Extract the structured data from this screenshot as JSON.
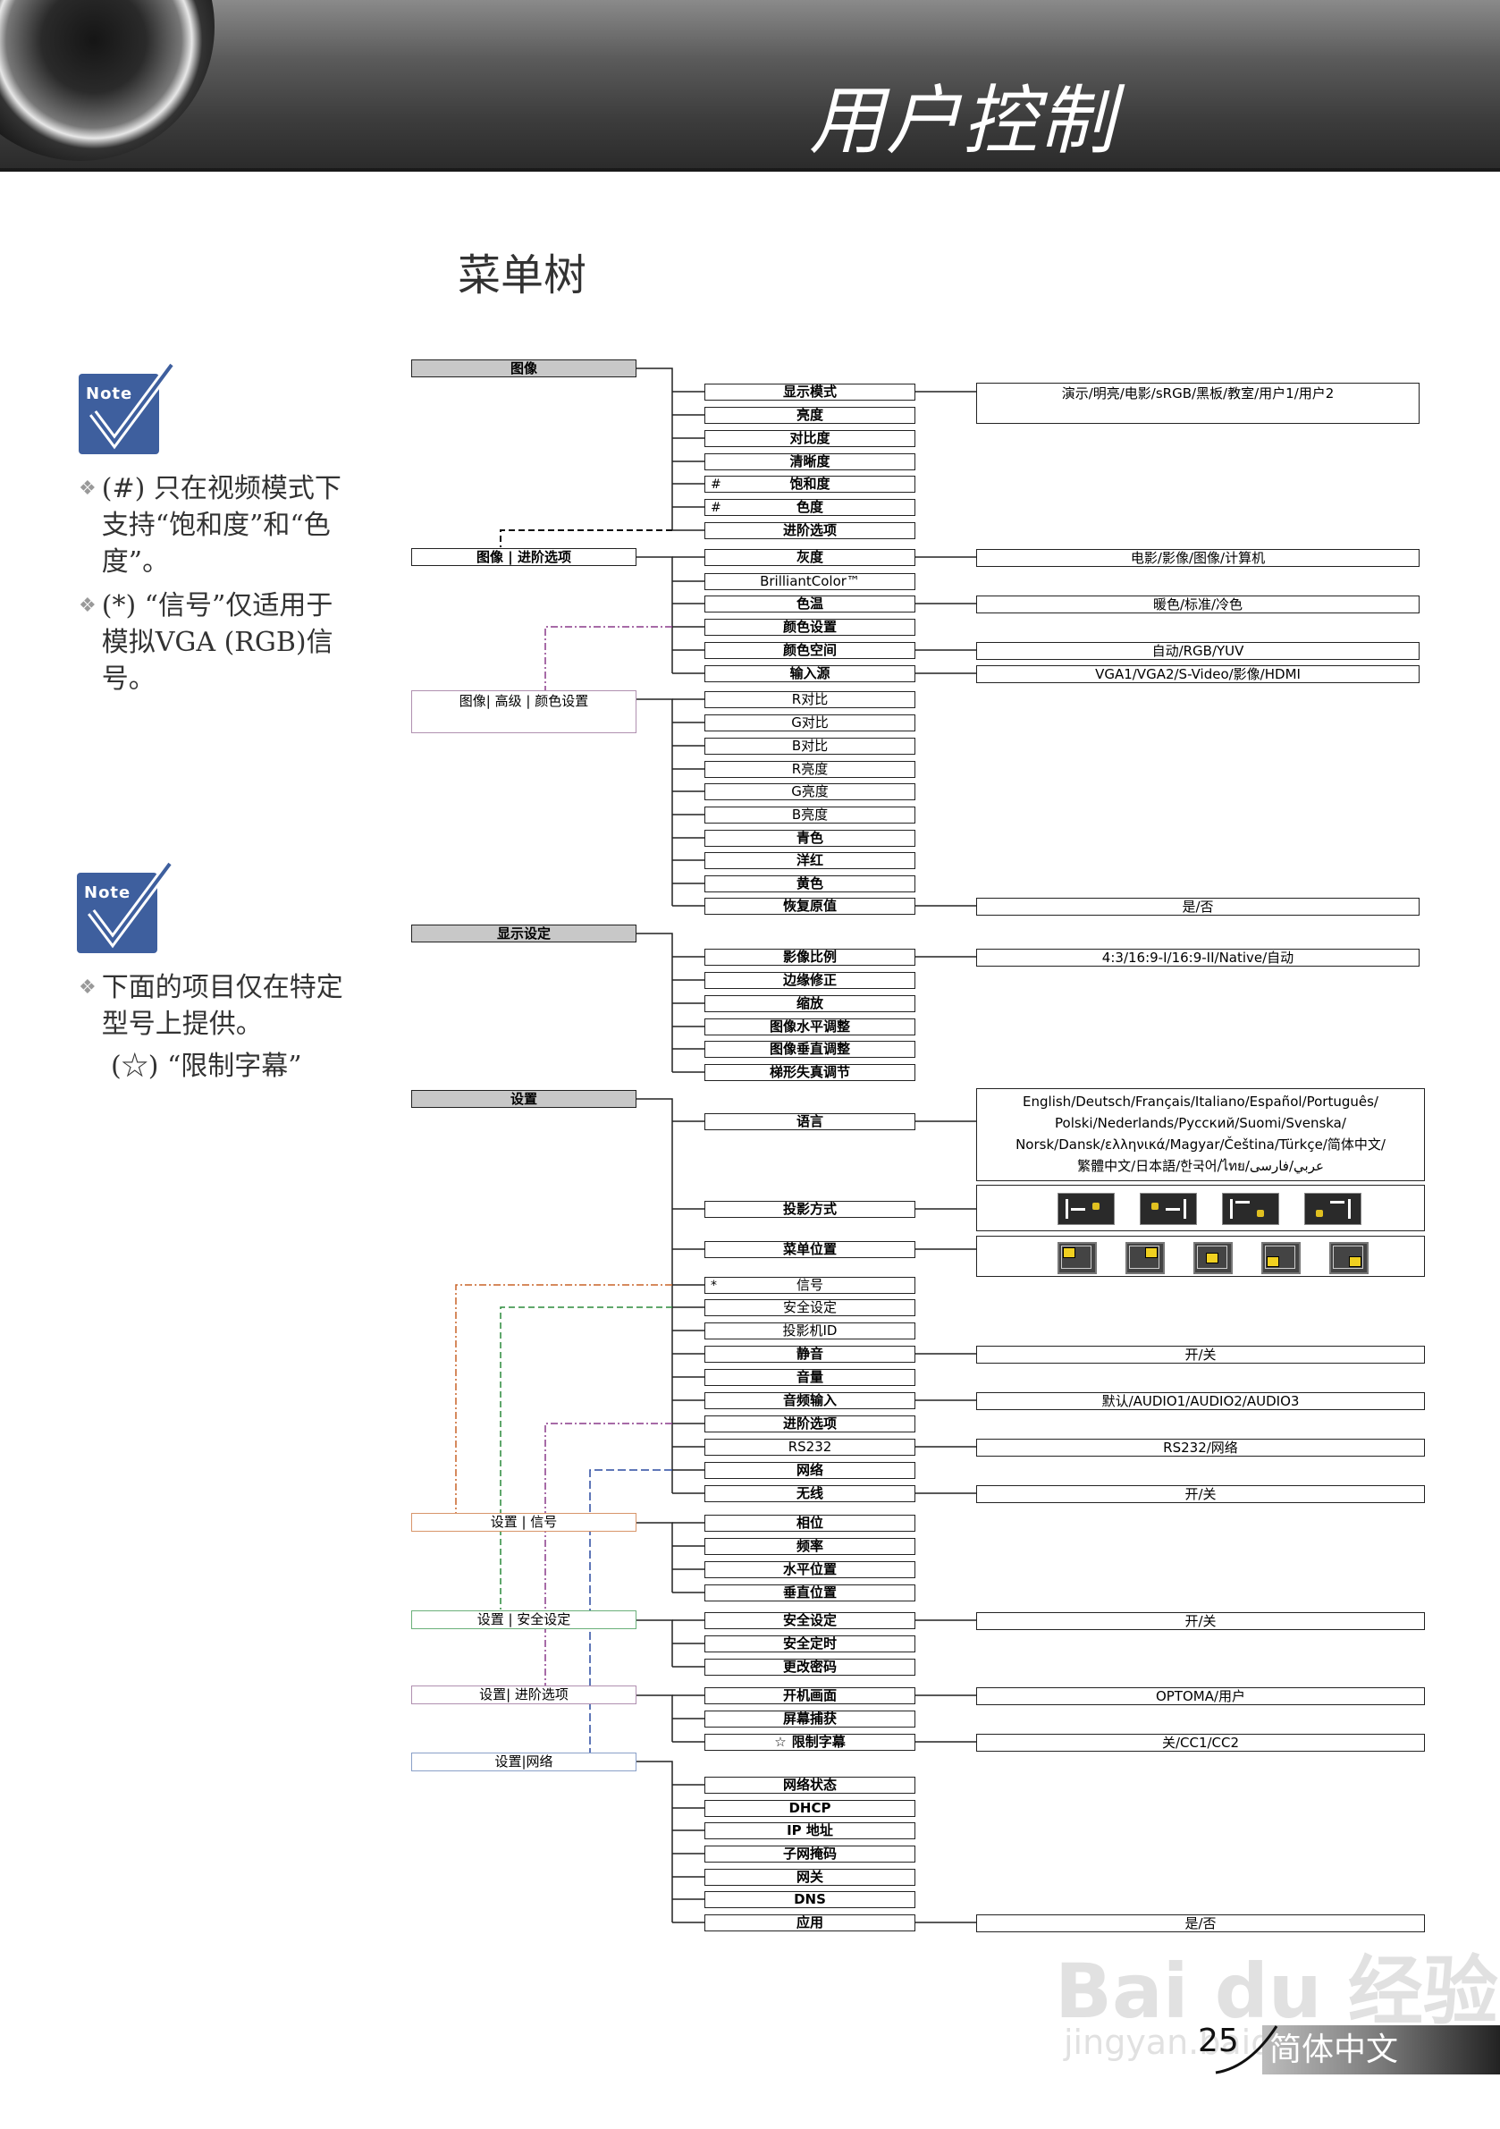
{
  "header": {
    "title": "用户控制"
  },
  "section_title": "菜单树",
  "notes": [
    {
      "label": "Note",
      "items": [
        "(#) 只在视频模式下支持“饱和度”和“色度”。",
        "(*) “信号”仅适用于模拟VGA (RGB)信号。"
      ]
    },
    {
      "label": "Note",
      "items": [
        "下面的项目仅在特定型号上提供。",
        "(☆) “限制字幕”"
      ]
    }
  ],
  "menu": {
    "image": "图像",
    "image_items": [
      "显示模式",
      "亮度",
      "对比度",
      "清晰度",
      "饱和度",
      "色度",
      "进阶选项"
    ],
    "image_prefix_hash": "#",
    "display_mode_values": "演示/明亮/电影/sRGB/黑板/教室/用户1/用户2",
    "image_advanced": "图像 | 进阶选项",
    "image_advanced_items": [
      "灰度",
      "BrilliantColor™",
      "色温",
      "颜色设置",
      "颜色空间",
      "输入源"
    ],
    "degamma_values": "电影/影像/图像/计算机",
    "color_temp_values": "暖色/标准/冷色",
    "color_space_values": "自动/RGB/YUV",
    "input_source_values": "VGA1/VGA2/S-Video/影像/HDMI",
    "color_settings": "图像| 高级 | 颜色设置",
    "color_settings_items": [
      "R对比",
      "G对比",
      "B对比",
      "R亮度",
      "G亮度",
      "B亮度",
      "青色",
      "洋红",
      "黄色",
      "恢复原值"
    ],
    "reset_values": "是/否",
    "display": "显示设定",
    "display_items": [
      "影像比例",
      "边缘修正",
      "缩放",
      "图像水平调整",
      "图像垂直调整",
      "梯形失真调节"
    ],
    "aspect_values": "4:3/16:9-I/16:9-II/Native/自动",
    "setup": "设置",
    "setup_items": [
      "语言",
      "投影方式",
      "菜单位置",
      "信号",
      "安全设定",
      "投影机ID",
      "静音",
      "音量",
      "音频输入",
      "进阶选项",
      "RS232",
      "网络",
      "无线"
    ],
    "signal_prefix": "*",
    "language_values": [
      "English/Deutsch/Français/Italiano/Español/Português/",
      "Polski/Nederlands/Русский/Suomi/Svenska/",
      "Norsk/Dansk/ελληνικά/Magyar/Čeština/Türkçe/简体中文/",
      "繁體中文/日本語/한국어/ไทย/عربي/فارسی"
    ],
    "mute_values": "开/关",
    "audio_in_values": "默认/AUDIO1/AUDIO2/AUDIO3",
    "rs232_values": "RS232/网络",
    "wireless_values": "开/关",
    "setup_signal": "设置 | 信号",
    "setup_signal_items": [
      "相位",
      "频率",
      "水平位置",
      "垂直位置"
    ],
    "setup_security": "设置 | 安全设定",
    "setup_security_items": [
      "安全设定",
      "安全定时",
      "更改密码"
    ],
    "security_values": "开/关",
    "setup_advanced": "设置| 进阶选项",
    "setup_advanced_items": [
      "开机画面",
      "屏幕捕获",
      "限制字幕"
    ],
    "closed_caption_prefix": "☆",
    "logo_values": "OPTOMA/用户",
    "cc_values": "关/CC1/CC2",
    "setup_network": "设置|网络",
    "setup_network_items": [
      "网络状态",
      "DHCP",
      "IP 地址",
      "子网掩码",
      "网关",
      "DNS",
      "应用"
    ],
    "apply_values": "是/否"
  },
  "watermark": {
    "brand": "Bai du 经验",
    "url": "jingyan.baidu.com"
  },
  "footer": {
    "page": "25",
    "language": "简体中文"
  },
  "colors": {
    "header_bg": "#3c3c3c",
    "note_blue": "#3e5f9e",
    "cat_fill": "#c8c8c8",
    "link_image_adv": "#000000",
    "link_color_set": "#8a3a8a",
    "link_signal": "#c86428",
    "link_security": "#2a8a3a",
    "link_advanced": "#8a3a8a",
    "link_network": "#2a4aa0"
  }
}
